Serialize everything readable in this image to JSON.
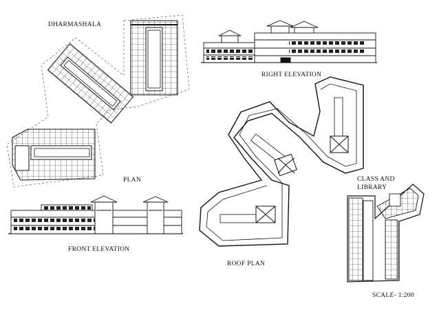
{
  "labels": {
    "dharmashala": "DHARMASHALA",
    "right_elevation": "RIGHT ELEVATION",
    "plan": "PLAN",
    "front_elevation": "FRONT ELEVATION",
    "roof_plan": "ROOF PLAN",
    "class_and_library": "CLASS AND LIBRARY",
    "scale": "SCALE- 1:200"
  },
  "colors": {
    "ink": "#111111",
    "paper": "#ffffff",
    "window_fill": "#222222",
    "dashed": "#555555"
  }
}
